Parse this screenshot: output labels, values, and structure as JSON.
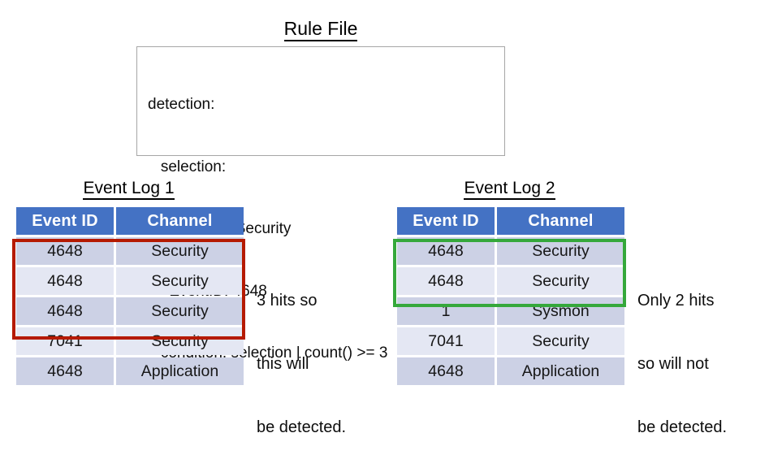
{
  "rule": {
    "title": "Rule File",
    "lines": [
      "detection:",
      "   selection:",
      "     Channel: Security",
      "     EventID: 4648",
      "   condition: selection | count() >= 3"
    ]
  },
  "logs": [
    {
      "id": "event-log-1",
      "title": "Event Log 1",
      "columns": [
        "Event ID",
        "Channel"
      ],
      "rows": [
        {
          "event_id": "4648",
          "channel": "Security"
        },
        {
          "event_id": "4648",
          "channel": "Security"
        },
        {
          "event_id": "4648",
          "channel": "Security"
        },
        {
          "event_id": "7041",
          "channel": "Security"
        },
        {
          "event_id": "4648",
          "channel": "Application"
        }
      ],
      "highlight": {
        "color": "#b51a00",
        "rows": 3
      },
      "note": [
        "3 hits so",
        "this will",
        "be detected."
      ]
    },
    {
      "id": "event-log-2",
      "title": "Event Log 2",
      "columns": [
        "Event ID",
        "Channel"
      ],
      "rows": [
        {
          "event_id": "4648",
          "channel": "Security"
        },
        {
          "event_id": "4648",
          "channel": "Security"
        },
        {
          "event_id": "1",
          "channel": "Sysmon"
        },
        {
          "event_id": "7041",
          "channel": "Security"
        },
        {
          "event_id": "4648",
          "channel": "Application"
        }
      ],
      "highlight": {
        "color": "#35a83b",
        "rows": 2
      },
      "note": [
        "Only 2 hits",
        "so will not",
        "be detected."
      ]
    }
  ],
  "colors": {
    "header_blue": "#4472c4",
    "row_dark": "#ccd1e5",
    "row_light": "#e4e7f3",
    "highlight_red": "#b51a00",
    "highlight_green": "#35a83b",
    "box_border": "#a6a6a6"
  }
}
